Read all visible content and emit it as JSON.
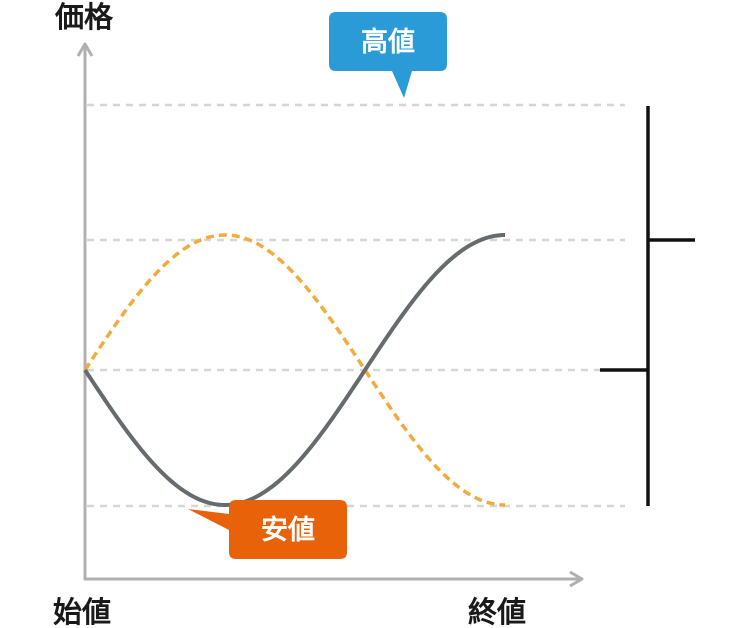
{
  "labels": {
    "y_axis": "価格",
    "x_start": "始値",
    "x_end": "終値",
    "high": "高値",
    "low": "安値"
  },
  "colors": {
    "price_line": "#656b6e",
    "alt_line": "#f2ab3c",
    "high_callout": "#2a9bd6",
    "low_callout": "#e8620a",
    "axis": "#b0b0b0",
    "grid": "#d6d6d6",
    "candle": "#111111"
  }
}
